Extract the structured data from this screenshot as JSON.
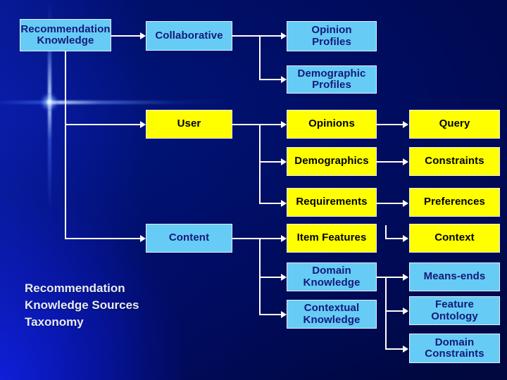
{
  "slide": {
    "background_color": "#000f6b",
    "accent_light": "#66ccf5",
    "accent_yellow": "#ffff00",
    "caption": "Recommendation\nKnowledge Sources\nTaxonomy"
  },
  "nodes": {
    "root": {
      "label": "Recommendation\nKnowledge",
      "color": "lightblue"
    },
    "collaborative": {
      "label": "Collaborative",
      "color": "lightblue"
    },
    "opinion_profiles": {
      "label": "Opinion\nProfiles",
      "color": "lightblue"
    },
    "demographic_profiles": {
      "label": "Demographic\nProfiles",
      "color": "lightblue"
    },
    "user": {
      "label": "User",
      "color": "yellow"
    },
    "opinions": {
      "label": "Opinions",
      "color": "yellow"
    },
    "demographics": {
      "label": "Demographics",
      "color": "yellow"
    },
    "requirements": {
      "label": "Requirements",
      "color": "yellow"
    },
    "query": {
      "label": "Query",
      "color": "yellow"
    },
    "constraints": {
      "label": "Constraints",
      "color": "yellow"
    },
    "preferences": {
      "label": "Preferences",
      "color": "yellow"
    },
    "content": {
      "label": "Content",
      "color": "lightblue"
    },
    "item_features": {
      "label": "Item Features",
      "color": "yellow"
    },
    "context": {
      "label": "Context",
      "color": "yellow"
    },
    "domain_knowledge": {
      "label": "Domain\nKnowledge",
      "color": "lightblue"
    },
    "contextual_knowledge": {
      "label": "Contextual\nKnowledge",
      "color": "lightblue"
    },
    "means_ends": {
      "label": "Means-ends",
      "color": "lightblue"
    },
    "feature_ontology": {
      "label": "Feature\nOntology",
      "color": "lightblue"
    },
    "domain_constraints": {
      "label": "Domain\nConstraints",
      "color": "lightblue"
    }
  }
}
